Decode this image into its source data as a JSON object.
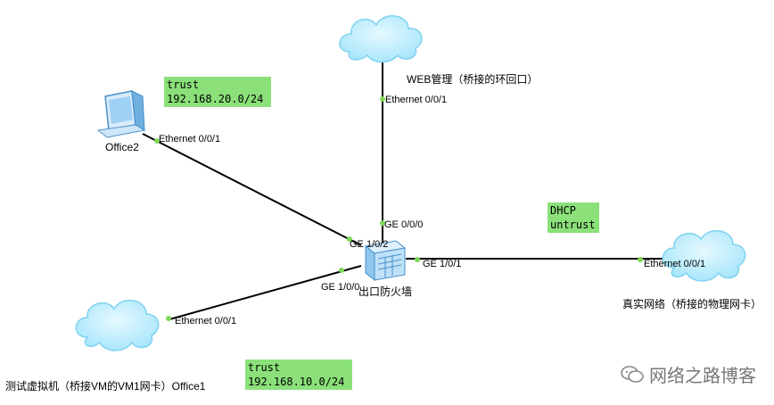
{
  "diagram": {
    "nodes": {
      "web_cloud": {
        "label": "WEB管理（桥接的环回口）",
        "port": "Ethernet 0/0/1"
      },
      "office2": {
        "label": "Office2",
        "port": "Ethernet 0/0/1"
      },
      "firewall": {
        "label": "出口防火墙",
        "port_top": "GE 0/0/0",
        "port_left_top": "GE 1/0/2",
        "port_left": "GE 1/0/0",
        "port_right": "GE 1/0/1"
      },
      "real_cloud": {
        "label": "真实网络（桥接的物理网卡）",
        "port": "Ethernet 0/0/1"
      },
      "vm_cloud": {
        "label": "测试虚拟机（桥接VM的VM1网卡）Office1",
        "port": "Ethernet 0/0/1"
      }
    },
    "zones": {
      "office2_zone": {
        "line1": "trust",
        "line2": "192.168.20.0/24"
      },
      "dhcp_zone": {
        "line1": "DHCP",
        "line2": "untrust"
      },
      "office1_zone": {
        "line1": "trust",
        "line2": "192.168.10.0/24"
      }
    },
    "colors": {
      "link": "#000000",
      "port_dot": "#7ed957",
      "zone_bg": "#8be07a",
      "cloud_fill": "#bfeefd",
      "cloud_stroke": "#7fd3f0"
    }
  },
  "watermark": {
    "text": "网络之路博客",
    "icon": "wechat-icon"
  }
}
